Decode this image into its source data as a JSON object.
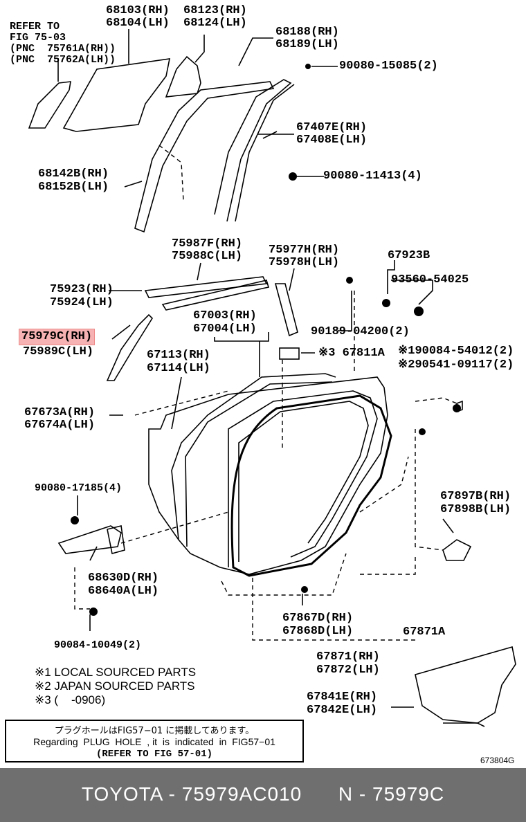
{
  "refer": [
    "REFER TO",
    "FIG 75-03",
    "(PNC  75761A(RH))",
    "(PNC  75762A(LH))"
  ],
  "labels": {
    "p68103": "68103(RH)",
    "p68104": "68104(LH)",
    "p68123": "68123(RH)",
    "p68124": "68124(LH)",
    "p68188": "68188(RH)",
    "p68189": "68189(LH)",
    "p90080_15085": "90080-15085(2)",
    "p67407": "67407E(RH)",
    "p67408": "67408E(LH)",
    "p68142": "68142B(RH)",
    "p68152": "68152B(LH)",
    "p90080_11413": "90080-11413(4)",
    "p75987": "75987F(RH)",
    "p75988": "75988C(LH)",
    "p75977": "75977H(RH)",
    "p75978": "75978H(LH)",
    "p67923": "67923B",
    "p93560": "93560-54025",
    "p75923": "75923(RH)",
    "p75924": "75924(LH)",
    "p90189": "90189-04200(2)",
    "p67003": "67003(RH)",
    "p67004": "67004(LH)",
    "p75979": "75979C(RH)",
    "p75989": "75989C(LH)",
    "p67113": "67113(RH)",
    "p67114": "67114(LH)",
    "p67811": "※3 67811A",
    "p190084": "※190084-54012(2)",
    "p290541": "※290541-09117(2)",
    "p67673": "67673A(RH)",
    "p67674": "67674A(LH)",
    "p90080_17185": "90080-17185(4)",
    "p67897": "67897B(RH)",
    "p67898": "67898B(LH)",
    "p68630": "68630D(RH)",
    "p68640": "68640A(LH)",
    "p67867": "67867D(RH)",
    "p67868": "67868D(LH)",
    "p67871a": "67871A",
    "p90084": "90084-10049(2)",
    "p67871": "67871(RH)",
    "p67872": "67872(LH)",
    "p67841": "67841E(RH)",
    "p67842": "67842E(LH)"
  },
  "notes": [
    "※1 LOCAL SOURCED PARTS",
    "※2 JAPAN SOURCED PARTS",
    "※3 (    -0906)"
  ],
  "plug_hole": {
    "jp": "プラグホールはFIG57−01 に掲載してあります。",
    "en": "Regarding  PLUG  HOLE  , it  is  indicated  in  FIG57−01",
    "ref": "(REFER TO FIG 57-01)"
  },
  "figure_code": "673804G",
  "footer": "TOYOTA - 75979AC010      N - 75979C",
  "highlight_color": "#f6b2b2"
}
